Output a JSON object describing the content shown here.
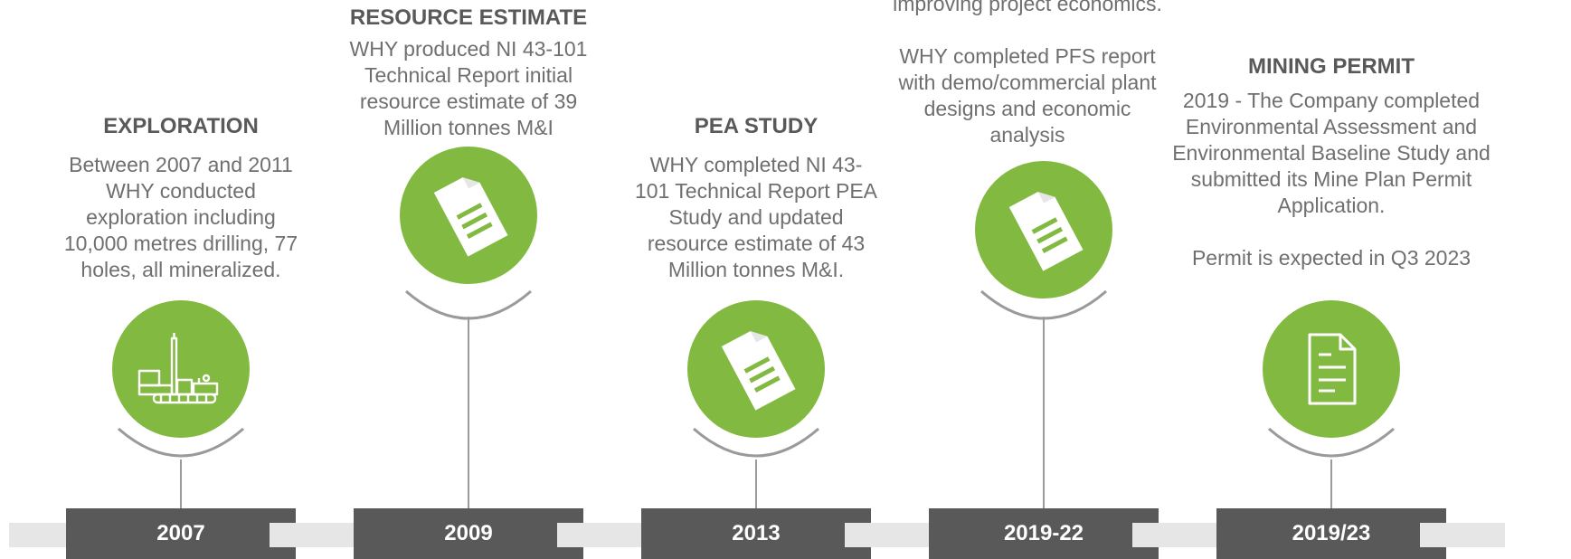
{
  "colors": {
    "accent": "#82b941",
    "bar": "#595959",
    "segment": "#e6e6e6",
    "connector": "#9a9a9a"
  },
  "milestones": [
    {
      "year": "2007",
      "title": "EXPLORATION",
      "description": "Between 2007 and 2011\nWHY conducted\nexploration including\n10,000 metres drilling, 77\nholes, all mineralized.",
      "icon": "drill-rig-icon"
    },
    {
      "year": "2009",
      "title": "RESOURCE ESTIMATE",
      "description": "WHY produced NI 43-101\nTechnical Report initial\nresource estimate of 39\nMillion tonnes M&I",
      "icon": "document-icon"
    },
    {
      "year": "2013",
      "title": "PEA STUDY",
      "description": "WHY completed NI 43-\n101 Technical Report PEA\nStudy and updated\nresource estimate of 43\nMillion tonnes M&I.",
      "icon": "document-icon"
    },
    {
      "year": "2019-22",
      "title": "",
      "description": "improving project economics.\n\nWHY completed PFS report\nwith demo/commercial plant\ndesigns and economic\nanalysis",
      "icon": "document-icon"
    },
    {
      "year": "2019/23",
      "title": "MINING PERMIT",
      "description": "2019 - The Company  completed\nEnvironmental Assessment  and\nEnvironmental Baseline Study and\nsubmitted its Mine Plan Permit\nApplication.\n\nPermit is expected in Q3 2023",
      "icon": "file-outline-icon"
    }
  ]
}
